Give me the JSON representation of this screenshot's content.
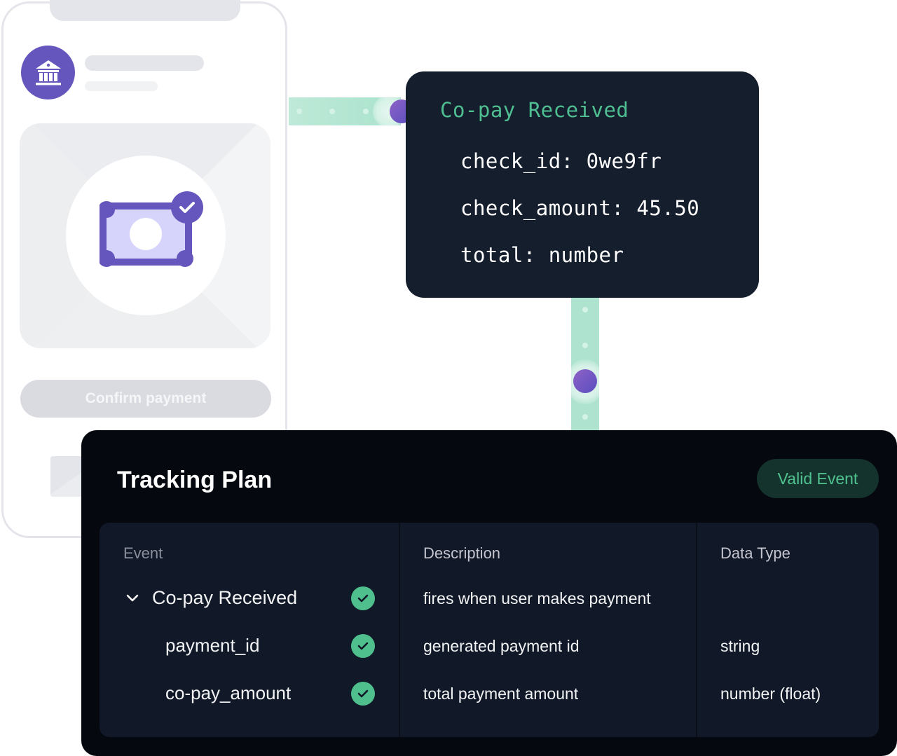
{
  "phone": {
    "bank_icon": "bank-building-icon",
    "money_icon": "cash-bill-check-icon",
    "confirm_button_label": "Confirm payment"
  },
  "event_card": {
    "title": "Co-pay Received",
    "properties": [
      {
        "text": "check_id: 0we9fr"
      },
      {
        "text": "check_amount: 45.50"
      },
      {
        "text": "total: number"
      }
    ]
  },
  "tracking_plan": {
    "title": "Tracking Plan",
    "badge": "Valid Event",
    "columns": [
      "Event",
      "Description",
      "Data Type"
    ],
    "rows": [
      {
        "event": "Co-pay Received",
        "description": "fires when user makes payment",
        "data_type": "",
        "expanded": true,
        "status": "valid"
      },
      {
        "event": "payment_id",
        "description": "generated payment id",
        "data_type": "string",
        "status": "valid"
      },
      {
        "event": "co-pay_amount",
        "description": "total payment amount",
        "data_type": "number (float)",
        "status": "valid"
      }
    ]
  },
  "colors": {
    "brand_purple": "#6556bd",
    "accent_green": "#4fbf92",
    "panel_dark": "#151e2d",
    "tracking_bg": "#05080f",
    "connector_mint": "#ade3cf"
  }
}
